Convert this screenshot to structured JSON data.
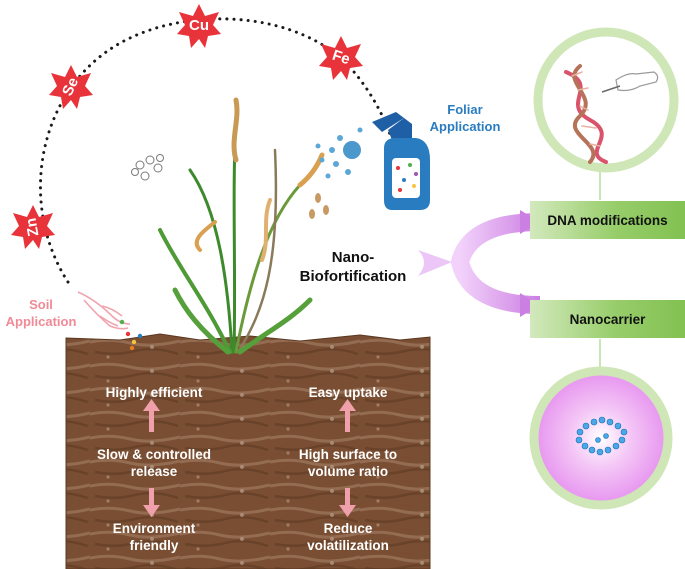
{
  "elements": {
    "cu": "Cu",
    "fe": "Fe",
    "se": "Se",
    "zn": "Zn"
  },
  "foliar_label_line1": "Foliar",
  "foliar_label_line2": "Application",
  "soil_label_line1": "Soil",
  "soil_label_line2": "Application",
  "center_title_line1": "Nano-",
  "center_title_line2": "Biofortification",
  "strategies": {
    "dna": "DNA modifications",
    "nanocarrier": "Nanocarrier"
  },
  "soil_left": {
    "top": "Highly efficient",
    "middle_line1": "Slow & controlled",
    "middle_line2": "release",
    "bottom_line1": "Environment",
    "bottom_line2": "friendly"
  },
  "soil_right": {
    "top": "Easy uptake",
    "middle_line1": "High surface to",
    "middle_line2": "volume ratio",
    "bottom_line1": "Reduce",
    "bottom_line2": "volatilization"
  },
  "colors": {
    "star_red": "#e8333a",
    "soil_brown": "#7a4e32",
    "arrow_pink": "#f0a0aa",
    "foliar_blue": "#2a7cc0",
    "soil_label_pink": "#f08a96",
    "arc_purple": "#d48ae6",
    "green_box": "#8ccb5e"
  }
}
